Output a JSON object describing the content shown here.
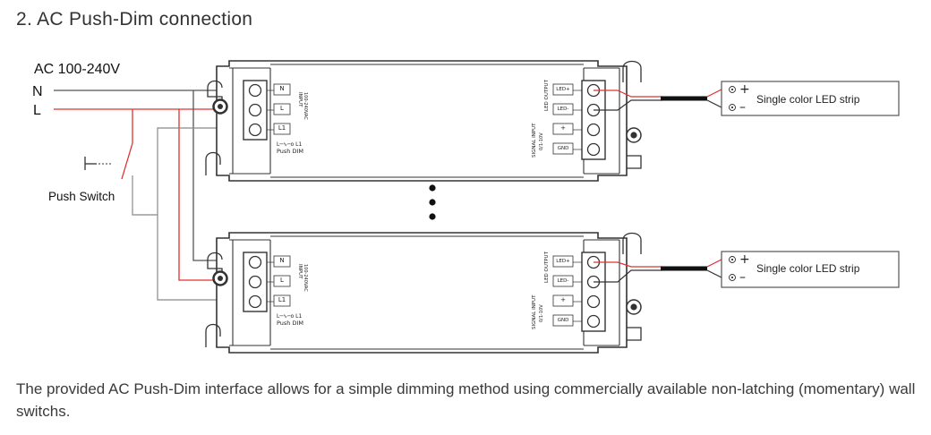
{
  "title": "2. AC Push-Dim connection",
  "supply": {
    "label": "AC 100-240V",
    "neutral": "N",
    "live": "L"
  },
  "push_switch_label": "Push Switch",
  "driver": {
    "input_terminals": [
      "N",
      "L",
      "L1"
    ],
    "input_label": "INPUT",
    "input_voltage": "100-240VAC",
    "push_dim_caption": "Push DIM",
    "push_dim_symbol": "L─∿─o L1",
    "output_label": "LED OUTPUT",
    "output_terminals": [
      "LED+",
      "LED-"
    ],
    "signal_label": "SIGNAL INPUT",
    "signal_range": "0/1-10V",
    "signal_terminals": [
      "+",
      "GND"
    ]
  },
  "led_strip": {
    "label": "Single color LED strip",
    "plus": "+",
    "minus": "–"
  },
  "description": "The provided AC Push-Dim interface allows for a simple dimming method using commercially available non-latching (momentary) wall switchs.",
  "colors": {
    "live_wire": "#e03030",
    "neutral_wire": "#555555",
    "outline": "#333333",
    "text": "#222222"
  }
}
